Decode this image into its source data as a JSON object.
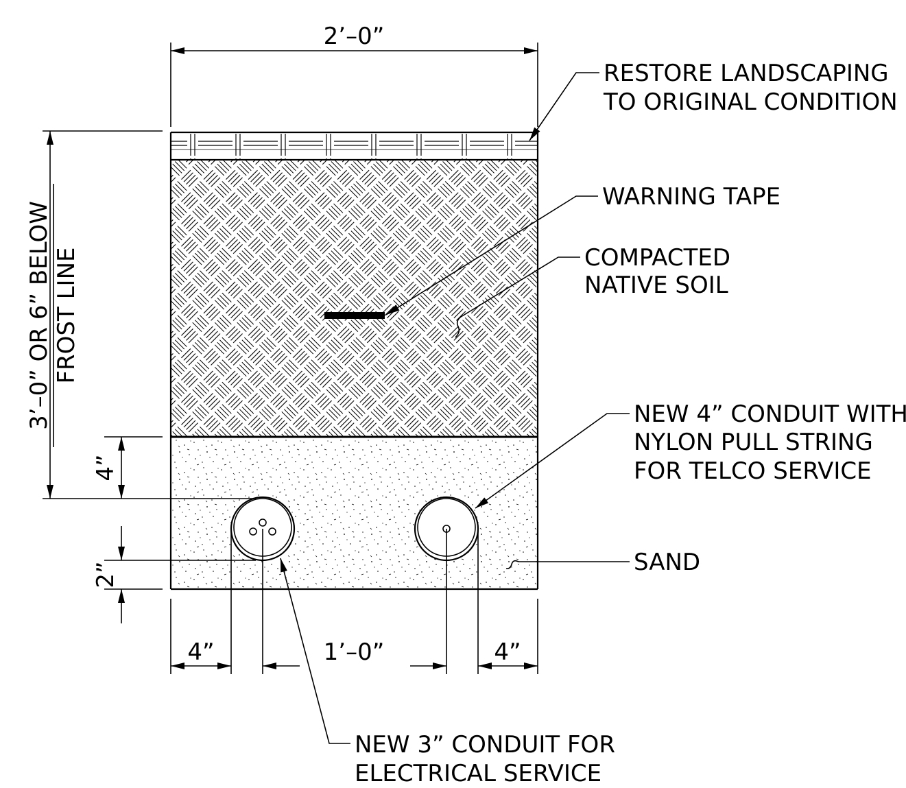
{
  "dimensions": {
    "width": "2’–0”",
    "depth_line1": "3’–0” OR 6” BELOW",
    "depth_line2": "FROST LINE",
    "cover_above_conduit": "4”",
    "below_conduit": "2”",
    "left_clearance": "4”",
    "conduit_spacing": "1’–0”",
    "right_clearance": "4”"
  },
  "notes": {
    "landscaping_line1": "RESTORE  LANDSCAPING",
    "landscaping_line2": "TO  ORIGINAL  CONDITION",
    "warning_tape": "WARNING  TAPE",
    "soil_line1": "COMPACTED",
    "soil_line2": "NATIVE  SOIL",
    "telco_line1": "NEW  4”  CONDUIT  WITH",
    "telco_line2": "NYLON  PULL  STRING",
    "telco_line3": "FOR  TELCO  SERVICE",
    "sand": "SAND",
    "electrical_line1": "NEW  3”  CONDUIT  FOR",
    "electrical_line2": "ELECTRICAL  SERVICE"
  }
}
